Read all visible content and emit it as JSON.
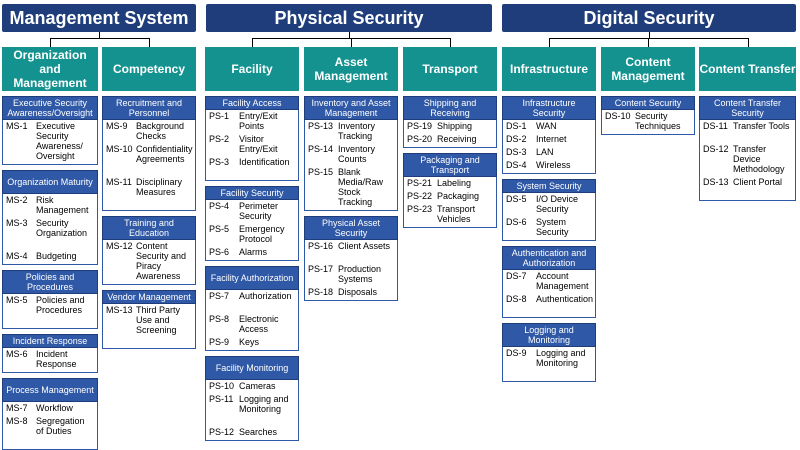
{
  "sections": [
    {
      "title": "Management System",
      "categories": [
        {
          "title": "Organization and Management",
          "groups": [
            {
              "title": "Executive Security Awareness/Oversight",
              "items": [
                {
                  "code": "MS-1",
                  "label": "Executive Security Awareness/ Oversight"
                }
              ]
            },
            {
              "title": "Organization Maturity",
              "items": [
                {
                  "code": "MS-2",
                  "label": "Risk Management"
                },
                {
                  "code": "MS-3",
                  "label": "Security Organization"
                },
                {
                  "code": "MS-4",
                  "label": "Budgeting"
                }
              ]
            },
            {
              "title": "Policies and Procedures",
              "items": [
                {
                  "code": "MS-5",
                  "label": "Policies and Procedures"
                }
              ]
            },
            {
              "title": "Incident Response",
              "items": [
                {
                  "code": "MS-6",
                  "label": "Incident Response"
                }
              ]
            },
            {
              "title": "Process Management",
              "items": [
                {
                  "code": "MS-7",
                  "label": "Workflow"
                },
                {
                  "code": "MS-8",
                  "label": "Segregation of Duties"
                }
              ]
            }
          ]
        },
        {
          "title": "Competency",
          "groups": [
            {
              "title": "Recruitment and Personnel",
              "items": [
                {
                  "code": "MS-9",
                  "label": "Background Checks"
                },
                {
                  "code": "MS-10",
                  "label": "Confidentiality Agreements"
                },
                {
                  "code": "MS-11",
                  "label": "Disciplinary Measures"
                }
              ]
            },
            {
              "title": "Training and Education",
              "items": [
                {
                  "code": "MS-12",
                  "label": "Content Security and Piracy Awareness"
                }
              ]
            },
            {
              "title": "Vendor Management",
              "items": [
                {
                  "code": "MS-13",
                  "label": "Third Party Use and Screening"
                }
              ]
            }
          ]
        }
      ]
    },
    {
      "title": "Physical Security",
      "categories": [
        {
          "title": "Facility",
          "groups": [
            {
              "title": "Facility Access",
              "items": [
                {
                  "code": "PS-1",
                  "label": "Entry/Exit Points"
                },
                {
                  "code": "PS-2",
                  "label": "Visitor Entry/Exit"
                },
                {
                  "code": "PS-3",
                  "label": "Identification"
                }
              ]
            },
            {
              "title": "Facility Security",
              "items": [
                {
                  "code": "PS-4",
                  "label": "Perimeter Security"
                },
                {
                  "code": "PS-5",
                  "label": "Emergency Protocol"
                },
                {
                  "code": "PS-6",
                  "label": "Alarms"
                }
              ]
            },
            {
              "title": "Facility Authorization",
              "items": [
                {
                  "code": "PS-7",
                  "label": "Authorization"
                },
                {
                  "code": "PS-8",
                  "label": "Electronic Access"
                },
                {
                  "code": "PS-9",
                  "label": "Keys"
                }
              ]
            },
            {
              "title": "Facility Monitoring",
              "items": [
                {
                  "code": "PS-10",
                  "label": "Cameras"
                },
                {
                  "code": "PS-11",
                  "label": "Logging and Monitoring"
                },
                {
                  "code": "PS-12",
                  "label": "Searches"
                }
              ]
            }
          ]
        },
        {
          "title": "Asset Management",
          "groups": [
            {
              "title": "Inventory and Asset Management",
              "items": [
                {
                  "code": "PS-13",
                  "label": "Inventory Tracking"
                },
                {
                  "code": "PS-14",
                  "label": "Inventory Counts"
                },
                {
                  "code": "PS-15",
                  "label": "Blank Media/Raw Stock Tracking"
                }
              ]
            },
            {
              "title": "Physical Asset Security",
              "items": [
                {
                  "code": "PS-16",
                  "label": "Client Assets"
                },
                {
                  "code": "PS-17",
                  "label": "Production Systems"
                },
                {
                  "code": "PS-18",
                  "label": "Disposals"
                }
              ]
            }
          ]
        },
        {
          "title": "Transport",
          "groups": [
            {
              "title": "Shipping and Receiving",
              "items": [
                {
                  "code": "PS-19",
                  "label": "Shipping"
                },
                {
                  "code": "PS-20",
                  "label": "Receiving"
                }
              ]
            },
            {
              "title": "Packaging and Transport",
              "items": [
                {
                  "code": "PS-21",
                  "label": "Labeling"
                },
                {
                  "code": "PS-22",
                  "label": "Packaging"
                },
                {
                  "code": "PS-23",
                  "label": "Transport Vehicles"
                }
              ]
            }
          ]
        }
      ]
    },
    {
      "title": "Digital Security",
      "categories": [
        {
          "title": "Infrastructure",
          "groups": [
            {
              "title": "Infrastructure Security",
              "items": [
                {
                  "code": "DS-1",
                  "label": "WAN"
                },
                {
                  "code": "DS-2",
                  "label": "Internet"
                },
                {
                  "code": "DS-3",
                  "label": "LAN"
                },
                {
                  "code": "DS-4",
                  "label": "Wireless"
                }
              ]
            },
            {
              "title": "System Security",
              "items": [
                {
                  "code": "DS-5",
                  "label": "I/O Device Security"
                },
                {
                  "code": "DS-6",
                  "label": "System Security"
                }
              ]
            },
            {
              "title": "Authentication and Authorization",
              "items": [
                {
                  "code": "DS-7",
                  "label": "Account Management"
                },
                {
                  "code": "DS-8",
                  "label": "Authentication"
                }
              ]
            },
            {
              "title": "Logging and Monitoring",
              "items": [
                {
                  "code": "DS-9",
                  "label": "Logging and Monitoring"
                }
              ]
            }
          ]
        },
        {
          "title": "Content Management",
          "groups": [
            {
              "title": "Content Security",
              "items": [
                {
                  "code": "DS-10",
                  "label": "Security Techniques"
                }
              ]
            }
          ]
        },
        {
          "title": "Content Transfer",
          "groups": [
            {
              "title": "Content Transfer Security",
              "items": [
                {
                  "code": "DS-11",
                  "label": "Transfer Tools"
                },
                {
                  "code": "DS-12",
                  "label": "Transfer Device Methodology"
                },
                {
                  "code": "DS-13",
                  "label": "Client Portal"
                }
              ]
            }
          ]
        }
      ]
    }
  ]
}
